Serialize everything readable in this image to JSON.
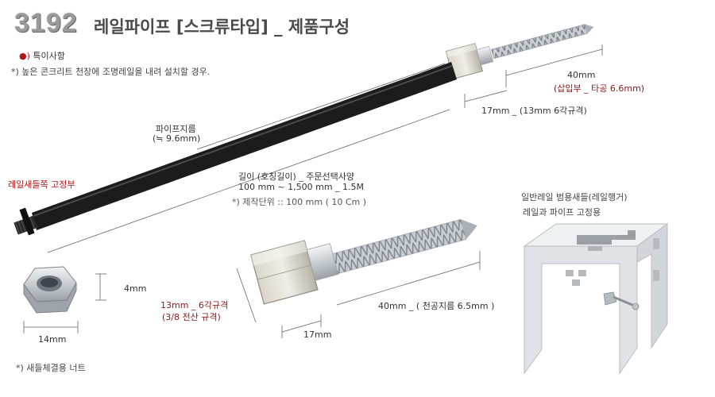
{
  "header": {
    "model_number": "3192",
    "title": "레일파이프 [스크류타입] _ 제품구성"
  },
  "notes": {
    "bullet_symbol": "●)",
    "special_label": "특이사항",
    "usage_note": "*) 높은 콘크리트 천장에 조명레일을 내려 설치할 경우.",
    "nut_note": "*) 새들체결용 너트"
  },
  "pipe": {
    "diameter_label": "파이프지름",
    "diameter_value": "(≒ 9.6mm)",
    "saddle_side_fixing": "레일새들쪽 고정부",
    "length_label": "길이 (호칭길이) _ 주문선택사양",
    "length_range": "100 mm ~ 1,500 mm _ 1.5M",
    "production_unit": "*) 제작단위 :: 100 mm ( 10 Cm )"
  },
  "top_screw": {
    "length": "40mm",
    "insertion_note": "(삽입부 _ 타공 6.6mm)",
    "hex_spec": "17mm _ (13mm 6각규격)"
  },
  "bottom_screw": {
    "hex_height": "13mm _ 6각규격",
    "thread_spec": "(3/8 전산 규격)",
    "hex_length": "17mm",
    "screw_length": "40mm _ ( 천공지름 6.5mm )"
  },
  "nut": {
    "height": "4mm",
    "width": "14mm"
  },
  "saddle": {
    "title": "일반레일 범용새들(레일행거)",
    "subtitle": "레일과 파이프 고정용"
  },
  "colors": {
    "accent_red": "#b0151b",
    "pipe_black": "#1c1c1c",
    "metal_silver": "#c8ccd0",
    "saddle_gray": "#e6e7e9"
  }
}
